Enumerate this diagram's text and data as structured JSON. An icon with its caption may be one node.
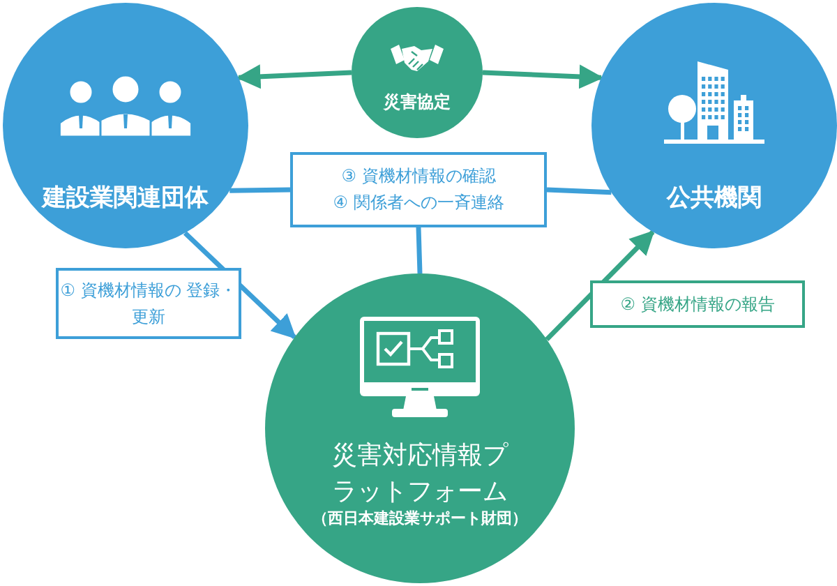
{
  "diagram": {
    "nodes": [
      {
        "text": [
          "建設業関連団体"
        ]
      },
      {
        "text": [
          "災害協定"
        ]
      },
      {
        "text": [
          "公共機関"
        ]
      },
      {
        "text": [
          "③ 資機材情報の確認",
          "④ 関係者への一斉連絡"
        ]
      },
      {
        "text": [
          "災害対応情報プラットフォーム",
          "（西日本建設業サポート財団）"
        ]
      }
    ],
    "edges": [
      {
        "from": 1,
        "to": 0,
        "arrow": "to",
        "color": "#36a586"
      },
      {
        "from": 1,
        "to": 2,
        "arrow": "to",
        "color": "#36a586"
      },
      {
        "from": 0,
        "to": 4,
        "arrow": "to",
        "label": "① 資機材情報の 登録・更新"
      },
      {
        "from": 4,
        "to": 2,
        "arrow": "to",
        "label": "② 資機材情報の報告",
        "color": "#36a586"
      },
      {
        "from": 0,
        "to": 3,
        "arrow": "none"
      },
      {
        "from": 3,
        "to": 2,
        "arrow": "none"
      },
      {
        "from": 3,
        "to": 4,
        "arrow": "none"
      }
    ]
  }
}
